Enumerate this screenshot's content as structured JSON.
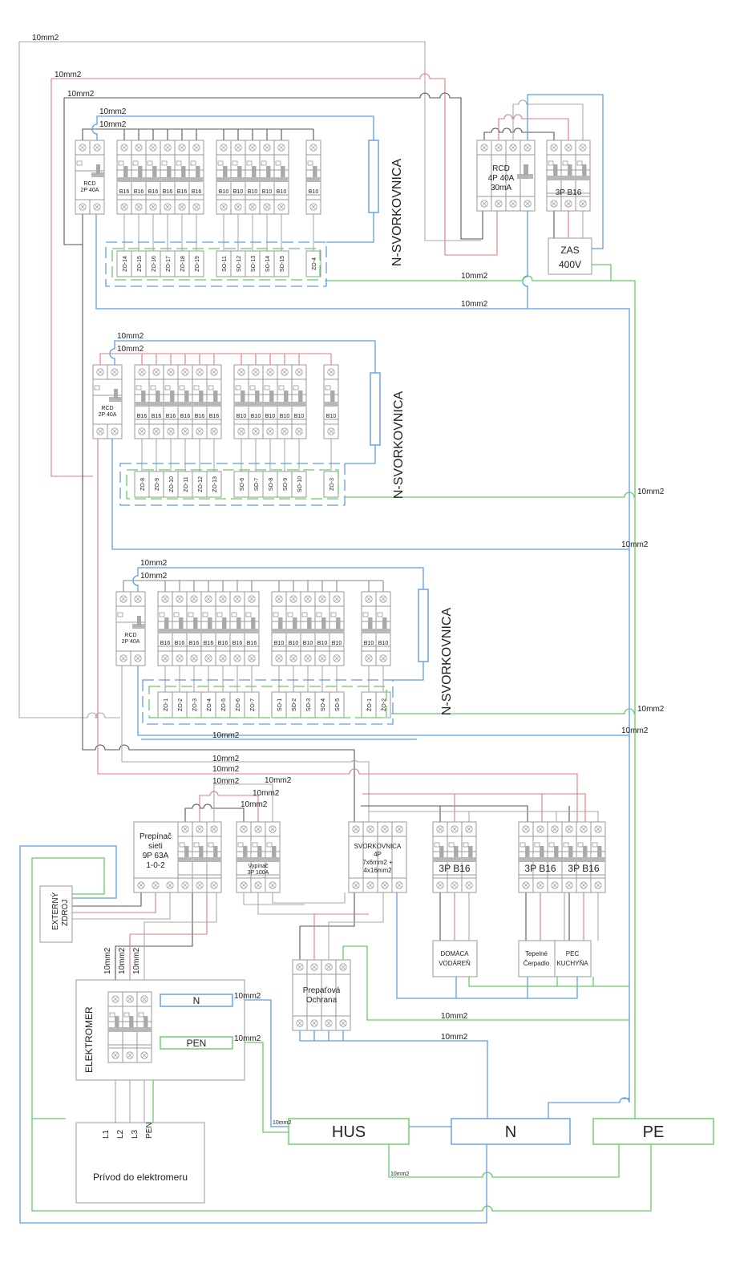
{
  "colors": {
    "phase_l1": "#555555",
    "phase_l2": "#e07a7a",
    "phase_l3": "#a8a8a8",
    "neutral": "#5c9ee6",
    "protective_earth": "#66cc66",
    "device_outline": "#9a9a9a"
  },
  "wire_labels": {
    "top_gray": "10mm2",
    "top_red": "10mm2",
    "top_dark": "10mm2",
    "main_green_1": "10mm2",
    "main_blue_1": "10mm2",
    "main_green_2": "10mm2",
    "main_blue_2": "10mm2",
    "main_green_3": "10mm2",
    "main_blue_3": "10mm2",
    "bus_blue": "10mm2",
    "bus_dark": "10mm2",
    "bus_gray": "10mm2",
    "bus_red": "10mm2",
    "sw_1": "10mm2",
    "sw_2": "10mm2",
    "sw_3": "10mm2",
    "meter_l1": "10mm2",
    "meter_l2": "10mm2",
    "meter_l3": "10mm2",
    "meter_n": "10mm2",
    "meter_pen": "10mm2",
    "spd_1": "10mm2",
    "spd_2": "10mm2",
    "hus_in": "10mm2",
    "hus_out": "10mm2"
  },
  "panels": [
    {
      "rcd_label": "RCD\n2P 40A",
      "rcd_line1": "RCD",
      "rcd_line2": "2P 40A",
      "feed_n_label": "10mm2",
      "feed_l_label": "10mm2",
      "n_terminal_label": "N-SVORKOVNICA",
      "groups": [
        {
          "ratings": [
            "B16",
            "B16",
            "B16",
            "B16",
            "B16",
            "B16"
          ],
          "circuits": [
            "ZO-14",
            "ZO-15",
            "ZO-16",
            "ZO-17",
            "ZO-18",
            "ZO-19"
          ]
        },
        {
          "ratings": [
            "B10",
            "B10",
            "B10",
            "B10",
            "B10"
          ],
          "circuits": [
            "SO-11",
            "SO-12",
            "SO-13",
            "SO-14",
            "SO-15"
          ]
        },
        {
          "ratings": [
            "B10"
          ],
          "circuits": [
            "ZO-4"
          ]
        }
      ]
    },
    {
      "rcd_line1": "RCD",
      "rcd_line2": "2P 40A",
      "feed_n_label": "10mm2",
      "feed_l_label": "10mm2",
      "n_terminal_label": "N-SVORKOVNICA",
      "groups": [
        {
          "ratings": [
            "B16",
            "B16",
            "B16",
            "B16",
            "B16",
            "B16"
          ],
          "circuits": [
            "ZO-8",
            "ZO-9",
            "ZO-10",
            "ZO-11",
            "ZO-12",
            "ZO-13"
          ]
        },
        {
          "ratings": [
            "B10",
            "B10",
            "B10",
            "B10",
            "B10"
          ],
          "circuits": [
            "SO-6",
            "SO-7",
            "SO-8",
            "SO-9",
            "SO-10"
          ]
        },
        {
          "ratings": [
            "B10"
          ],
          "circuits": [
            "ZO-3"
          ]
        }
      ]
    },
    {
      "rcd_line1": "RCD",
      "rcd_line2": "2P 40A",
      "feed_n_label": "10mm2",
      "feed_l_label": "10mm2",
      "n_terminal_label": "N-SVORKOVNICA",
      "groups": [
        {
          "ratings": [
            "B16",
            "B16",
            "B16",
            "B16",
            "B16",
            "B16",
            "B16"
          ],
          "circuits": [
            "ZO-1",
            "ZO-2",
            "ZO-3",
            "ZO-4",
            "ZO-5",
            "ZO-6",
            "ZO-7"
          ]
        },
        {
          "ratings": [
            "B10",
            "B10",
            "B10",
            "B10",
            "B10"
          ],
          "circuits": [
            "SO-1",
            "SO-2",
            "SO-3",
            "SO-4",
            "SO-5"
          ]
        },
        {
          "ratings": [
            "B10",
            "B10"
          ],
          "circuits": [
            "ŽO-1",
            "ŽO-2"
          ]
        }
      ]
    }
  ],
  "rcd4p": {
    "line1": "RCD",
    "line2": "4P 40A",
    "line3": "30mA"
  },
  "mcb_3p_top": {
    "label": "3P B16"
  },
  "socket_400v": {
    "line1": "ZAS",
    "line2": "400V"
  },
  "switch_main": {
    "line1": "Prepínač",
    "line2": "sieti",
    "line3": "9P 63A",
    "line4": "1-0-2"
  },
  "disconnector": {
    "line1": "Vypínač",
    "line2": "3P 100A"
  },
  "terminal_block": {
    "line1": "SVORKOVNICA",
    "line2": "4P",
    "line3": "7x6mm2 +",
    "line4": "4x16mm2"
  },
  "mcb_water": {
    "label": "3P B16"
  },
  "mcb_heatpump": {
    "label": "3P B16"
  },
  "mcb_oven": {
    "label": "3P B16"
  },
  "load_water": {
    "line1": "DOMÁCA",
    "line2": "VODÁREŇ"
  },
  "load_heatpump": {
    "line1": "Tepelné",
    "line2": "Čerpadlo"
  },
  "load_oven": {
    "line1": "PEC",
    "line2": "KUCHYŇA"
  },
  "spd": {
    "line1": "Prepaťová",
    "line2": "Ochrana"
  },
  "external_source": {
    "line1": "EXTERNÝ",
    "line2": "ZDROJ"
  },
  "meter": {
    "label": "ELEKTROMER",
    "n_bar": "N",
    "pen_bar": "PEN"
  },
  "supply": {
    "label": "Prívod do elektromeru",
    "l1": "L1",
    "l2": "L2",
    "l3": "L3",
    "pen": "PEN"
  },
  "bars": {
    "hus": "HUS",
    "n": "N",
    "pe": "PE"
  }
}
